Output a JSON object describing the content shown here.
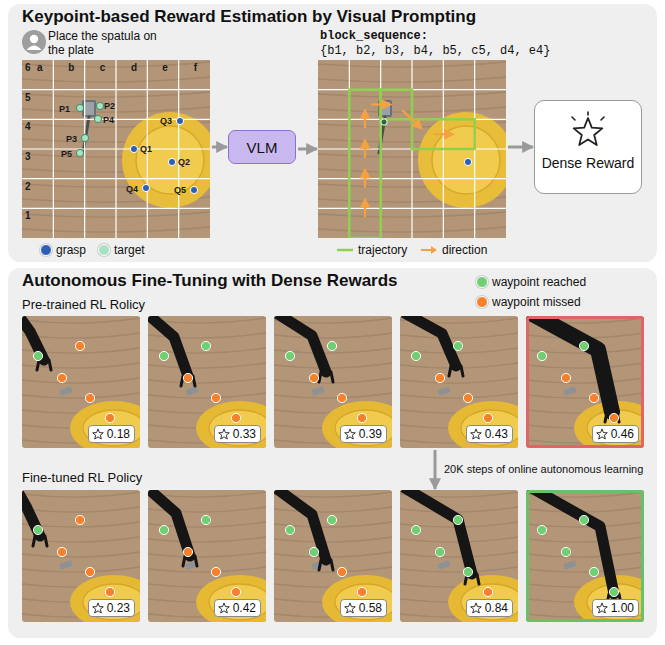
{
  "diagram": {
    "nodes": [
      {
        "text": [
          "Keypoint-based Reward Estimation by Visual Prompting"
        ]
      },
      {
        "text": [
          "Place the spatula on the plate",
          "6",
          "5",
          "4",
          "3",
          "2",
          "1",
          "a",
          "b",
          "c",
          "d",
          "e",
          "f",
          "P1",
          "P2",
          "P3",
          "P4",
          "P5",
          "Q1",
          "Q2",
          "Q3",
          "Q4",
          "Q5"
        ],
        "in": 0
      },
      {
        "text": [
          "VLM"
        ],
        "in": 0
      },
      {
        "text": [
          "block_sequence:",
          "{b1, b2, b3, b4, b5, c5, d4, e4}"
        ],
        "in": 0
      },
      {
        "text": [
          "Dense Reward"
        ],
        "in": 0
      },
      {
        "text": [
          "Autonomous Fine-Tuning with Dense Rewards"
        ]
      },
      {
        "text": [
          "0.18"
        ],
        "in": 5
      },
      {
        "text": [
          "0.33"
        ],
        "in": 5
      },
      {
        "text": [
          "0.39"
        ],
        "in": 5
      },
      {
        "text": [
          "0.43"
        ],
        "in": 5
      },
      {
        "text": [
          "0.46"
        ],
        "in": 5
      },
      {
        "text": [
          "0.23"
        ],
        "in": 5
      },
      {
        "text": [
          "0.42"
        ],
        "in": 5
      },
      {
        "text": [
          "0.58"
        ],
        "in": 5
      },
      {
        "text": [
          "0.84"
        ],
        "in": 5
      },
      {
        "text": [
          "1.00"
        ],
        "in": 5
      }
    ],
    "edges": [
      {
        "from": 1,
        "to": 2,
        "arrow": "to"
      },
      {
        "from": 2,
        "to": 3,
        "arrow": "to"
      },
      {
        "from": 3,
        "to": 4,
        "arrow": "to"
      },
      {
        "from": 9,
        "to": 14,
        "label": "20K steps of online autonomous learning",
        "arrow": "to"
      }
    ],
    "labels": [
      "Pre-trained RL Rolicy",
      "Fine-tuned RL Policy"
    ],
    "legend": [
      {
        "text": "grasp",
        "color": "#2f5fb4"
      },
      {
        "text": "target",
        "color": "#a7e3c4"
      },
      {
        "text": "trajectory"
      },
      {
        "text": "direction"
      },
      {
        "text": "waypoint reached",
        "color": "#6fcf73"
      },
      {
        "text": "waypoint missed",
        "color": "#f5822a"
      }
    ]
  }
}
